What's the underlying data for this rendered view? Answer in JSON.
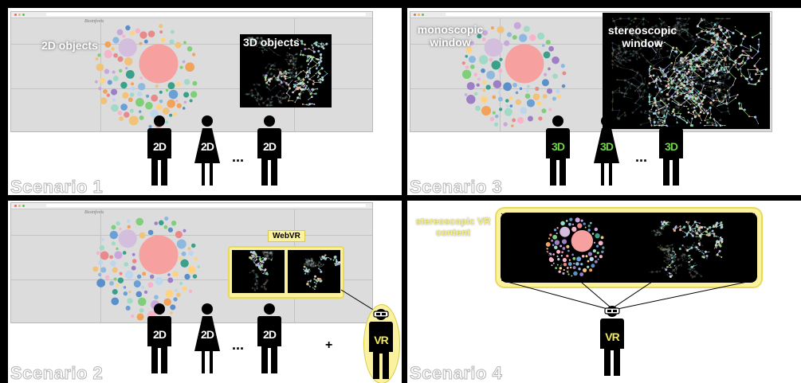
{
  "browser_title": "Bioinfovis",
  "scenario1": {
    "label": "Scenario 1",
    "left_label": "2D objects",
    "right_label": "3D objects",
    "people": [
      "2D",
      "2D",
      "2D"
    ]
  },
  "scenario2": {
    "label": "Scenario 2",
    "webvr_label": "WebVR",
    "people": [
      "2D",
      "2D",
      "2D"
    ],
    "vr_person": "VR",
    "plus": "+"
  },
  "scenario3": {
    "label": "Scenario 3",
    "left_label": "monoscopic window",
    "right_label": "stereoscopic window",
    "people": [
      "3D",
      "3D",
      "3D"
    ]
  },
  "scenario4": {
    "label": "Scenario 4",
    "content_label": "stereoscopic VR content",
    "vr_person": "VR"
  },
  "ellipsis": "...",
  "colors": {
    "highlight_yellow": "#fbf2a0",
    "label_yellow": "#f4ee7a",
    "label_green": "#6fd44a",
    "salmon_bubble": "#f6a0a0",
    "lavender_bubble": "#d4bedd"
  },
  "icons": [
    "person-icon",
    "woman-icon",
    "vr-headset-icon",
    "bubble-chart",
    "molecule-render"
  ]
}
